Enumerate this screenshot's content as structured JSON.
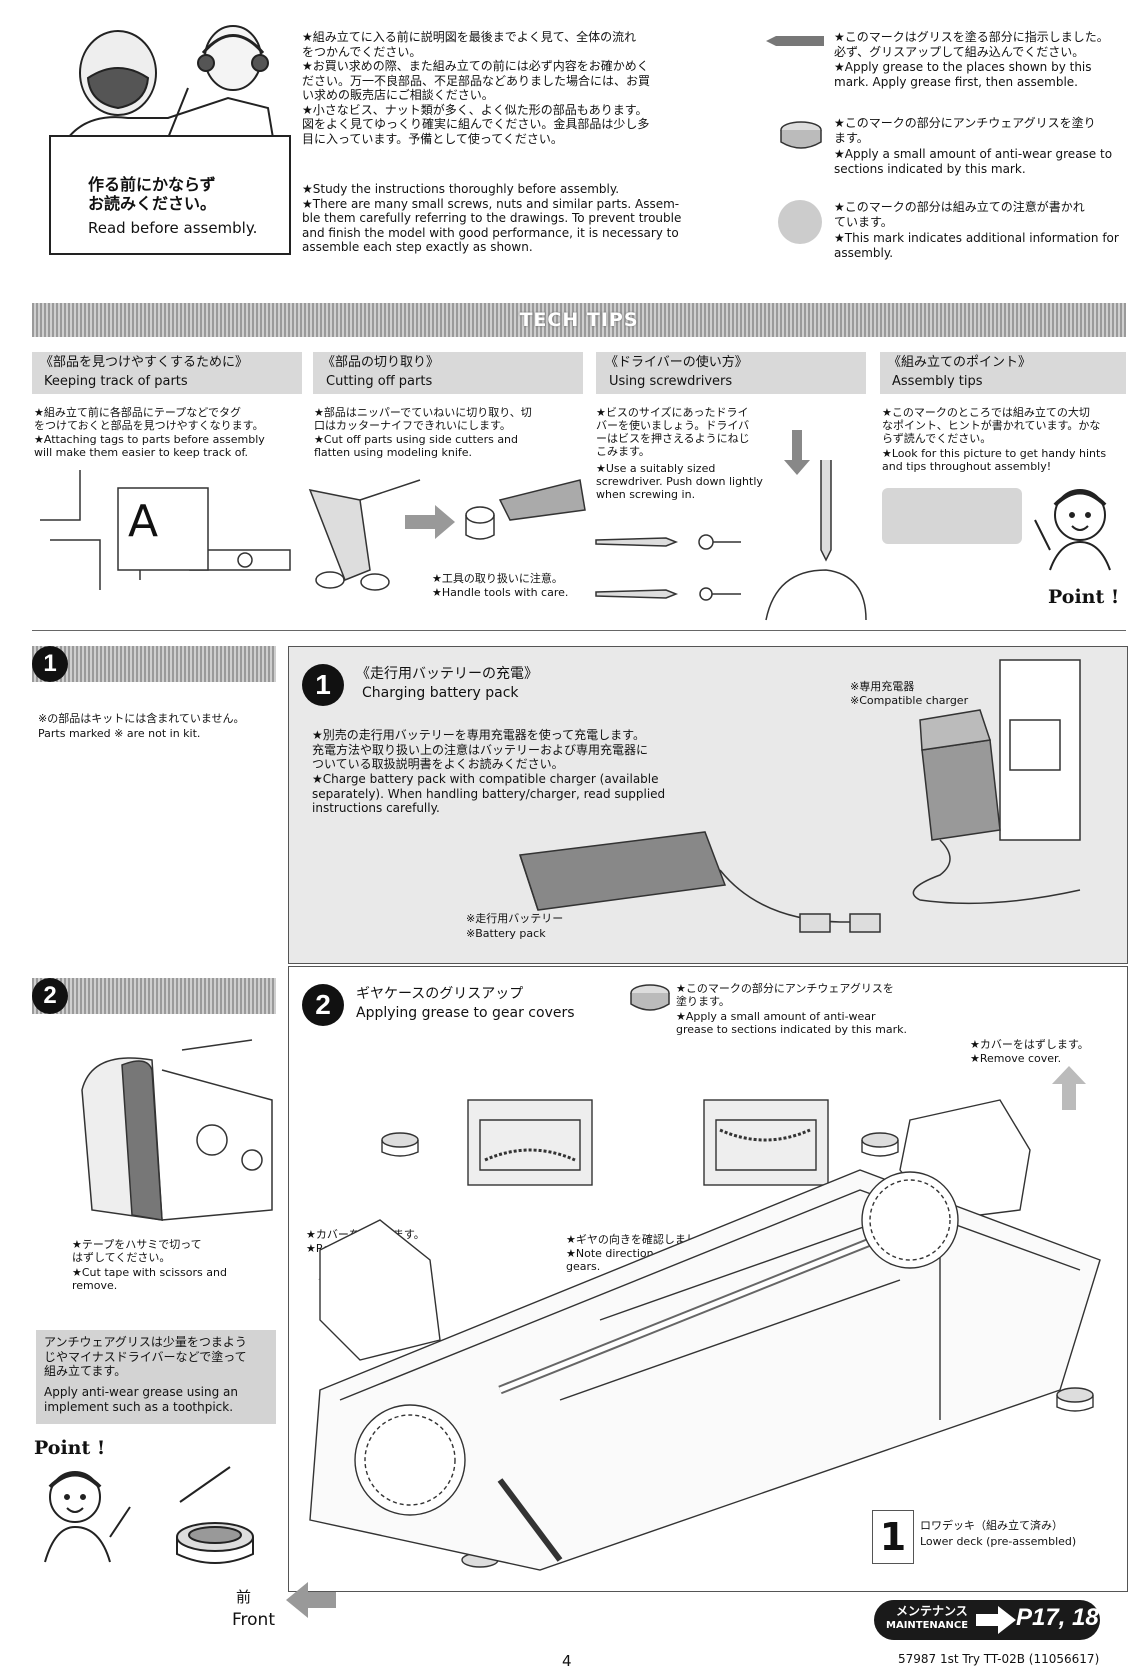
{
  "header": {
    "read_before_jp": "作る前にかならず\nお読みください。",
    "read_before_en": "Read before assembly.",
    "intro_jp": "★組み立てに入る前に説明図を最後までよく見て、全体の流れ\nをつかんでください。\n★お買い求めの際、また組み立ての前には必ず内容をお確かめく\nださい。万一不良部品、不足部品などありました場合には、お買\nい求めの販売店にご相談ください。\n★小さなビス、ナット類が多く、よく似た形の部品もあります。\n図をよく見てゆっくり確実に組んでください。金具部品は少し多\n目に入っています。予備として使ってください。",
    "intro_en": "★Study the instructions thoroughly before assembly.\n★There are many small screws, nuts and similar parts. Assem-\nble them carefully referring to the drawings. To prevent trouble\nand finish the model with good performance, it is necessary to\nassemble each step exactly as shown."
  },
  "marks": [
    {
      "jp": "★このマークはグリスを塗る部分に指示しました。\n必ず、グリスアップして組み込んでください。",
      "en": "★Apply grease to the places shown by this\nmark. Apply grease first, then assemble."
    },
    {
      "jp": "★このマークの部分にアンチウェアグリスを塗り\nます。",
      "en": "★Apply a small amount of anti-wear grease to\nsections indicated by this mark."
    },
    {
      "jp": "★このマークの部分は組み立ての注意が書かれ\nています。",
      "en": "★This mark indicates additional information for\nassembly."
    }
  ],
  "tech_tips": {
    "title": "TECH TIPS",
    "columns": [
      {
        "jp": "《部品を見つけやすくするために》",
        "en": "Keeping track of parts",
        "body_jp": "★組み立て前に各部品にテープなどでタグ\nをつけておくと部品を見つけやすくなります。",
        "body_en": "★Attaching tags to parts before assembly\nwill make them easier to keep track of."
      },
      {
        "jp": "《部品の切り取り》",
        "en": "Cutting off parts",
        "body_jp": "★部品はニッパーでていねいに切り取り、切\n口はカッターナイフできれいにします。",
        "body_en": "★Cut off parts using side cutters and\nflatten using modeling knife."
      },
      {
        "jp": "《ドライバーの使い方》",
        "en": "Using screwdrivers",
        "body_jp": "★ビスのサイズにあったドライ\nバーを使いましょう。ドライバ\nーはビスを押さえるようにねじ\nこみます。",
        "body_en": "★Use a suitably sized\nscrewdriver. Push down lightly\nwhen screwing in."
      },
      {
        "jp": "《組み立てのポイント》",
        "en": "Assembly tips",
        "body_jp": "★このマークのところでは組み立ての大切\nなポイント、ヒントが書かれています。かな\nらず読んでください。",
        "body_en": "★Look for this picture to get handy hints\nand tips throughout assembly!"
      }
    ],
    "tag_letter": "A",
    "tools_jp": "★工具の取り扱いに注意。",
    "tools_en": "★Handle tools with care.",
    "point_label": "Point !"
  },
  "step1": {
    "number": "1",
    "side_jp": "※の部品はキットには含まれていません。",
    "side_en": "Parts marked ※ are not in kit.",
    "title_jp": "《走行用バッテリーの充電》",
    "title_en": "Charging battery pack",
    "body_jp": "★別売の走行用バッテリーを専用充電器を使って充電します。\n充電方法や取り扱い上の注意はバッテリーおよび専用充電器に\nついている取扱説明書をよくお読みください。",
    "body_en": "★Charge battery pack with compatible charger (available\nseparately). When handling battery/charger, read supplied\ninstructions carefully.",
    "charger_jp": "※専用充電器",
    "charger_en": "※Compatible charger",
    "battery_jp": "※走行用バッテリー",
    "battery_en": "※Battery pack"
  },
  "step2": {
    "number": "2",
    "title_jp": "ギヤケースのグリスアップ",
    "title_en": "Applying grease to gear covers",
    "antiwear_jp": "★このマークの部分にアンチウェアグリスを\n塗ります。",
    "antiwear_en": "★Apply a small amount of anti-wear\ngrease to sections indicated by this mark.",
    "remove_jp": "★カバーをはずします。",
    "remove_en": "★Remove cover.",
    "diff_jp": "★ギヤの向きを確認しましょう。",
    "diff_en": "★Note direction of differential\ngears.",
    "tape_jp": "★テープをハサミで切って\nはずしてください。",
    "tape_en": "★Cut tape with scissors and\nremove.",
    "tip_jp": "アンチウェアグリスは少量をつまよう\nじやマイナスドライバーなどで塗って\n組み立てます。",
    "tip_en": "Apply anti-wear grease using an\nimplement such as a toothpick.",
    "point_label": "Point !",
    "lower_deck_num": "1",
    "lower_deck_jp": "ロワデッキ（組み立て済み）",
    "lower_deck_en": "Lower deck (pre-assembled)",
    "front_jp": "前",
    "front_en": "Front",
    "maint_jp": "メンテナンス",
    "maint_en": "MAINTENANCE",
    "maint_pages": "P17, 18"
  },
  "footer": {
    "page": "4",
    "code": "57987 1st Try TT-02B (11056617)"
  }
}
